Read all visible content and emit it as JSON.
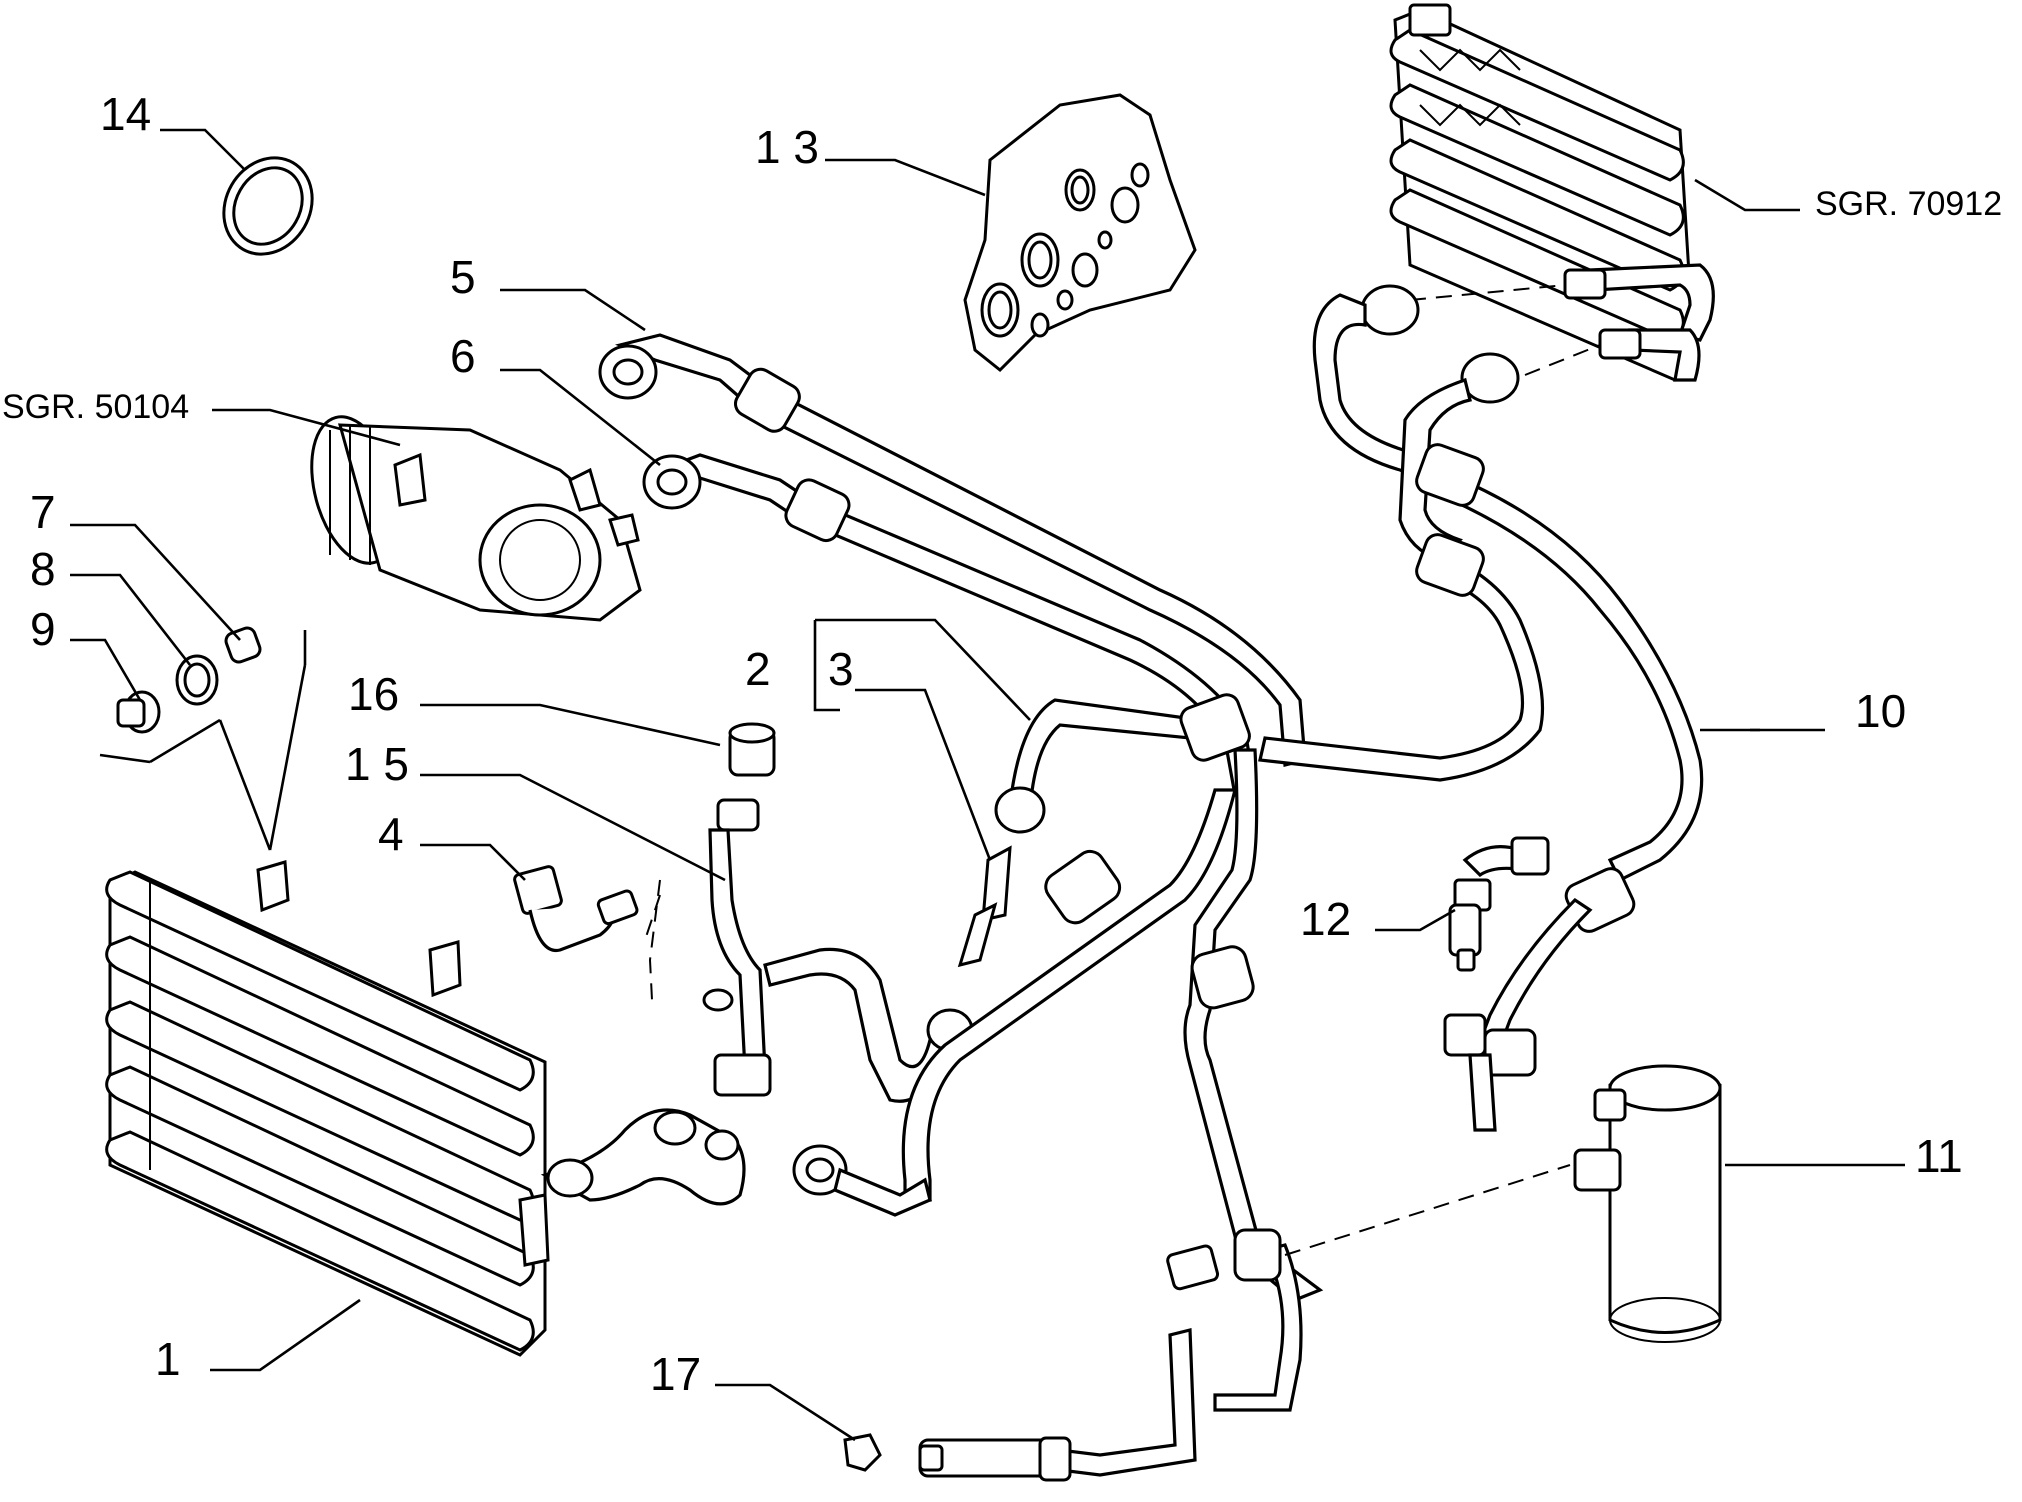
{
  "labels": {
    "p1": "1",
    "p2": "2",
    "p3": "3",
    "p4": "4",
    "p5": "5",
    "p6": "6",
    "p7": "7",
    "p8": "8",
    "p9": "9",
    "p10": "10",
    "p11": "11",
    "p12": "12",
    "p13": "1 3",
    "p14": "14",
    "p15": "1 5",
    "p16": "16",
    "p17": "17",
    "sgr_compressor": "SGR. 50104",
    "sgr_evaporator": "SGR. 70912"
  }
}
